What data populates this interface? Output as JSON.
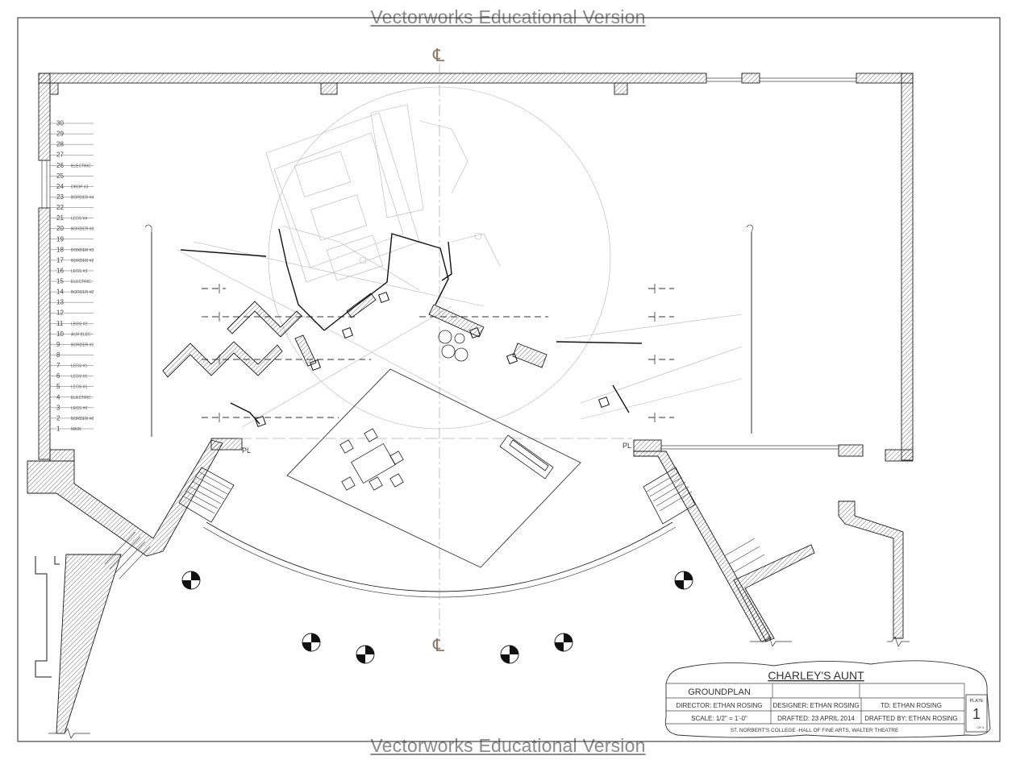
{
  "watermark": {
    "top": "Vectorworks Educational Version",
    "bottom": "Vectorworks Educational Version"
  },
  "centerline_symbol": "℄",
  "plaster_line_symbol": "PL",
  "lineset": [
    {
      "num": "30",
      "label": ""
    },
    {
      "num": "29",
      "label": ""
    },
    {
      "num": "28",
      "label": ""
    },
    {
      "num": "27",
      "label": ""
    },
    {
      "num": "26",
      "label": "ELECTRIC"
    },
    {
      "num": "25",
      "label": ""
    },
    {
      "num": "24",
      "label": "DROP #3"
    },
    {
      "num": "23",
      "label": "BORDER #4"
    },
    {
      "num": "22",
      "label": ""
    },
    {
      "num": "21",
      "label": "LEGS #4"
    },
    {
      "num": "20",
      "label": "BORDER #3"
    },
    {
      "num": "19",
      "label": ""
    },
    {
      "num": "18",
      "label": "BORDER #3"
    },
    {
      "num": "17",
      "label": "BORDER #2"
    },
    {
      "num": "16",
      "label": "LEGS #3"
    },
    {
      "num": "15",
      "label": "ELECTRIC"
    },
    {
      "num": "14",
      "label": "BORDER #2"
    },
    {
      "num": "13",
      "label": ""
    },
    {
      "num": "12",
      "label": ""
    },
    {
      "num": "11",
      "label": "LEGS #2"
    },
    {
      "num": "10",
      "label": "AUX ELEC"
    },
    {
      "num": "9",
      "label": "BORDER #1"
    },
    {
      "num": "8",
      "label": ""
    },
    {
      "num": "7",
      "label": "LEGS #1"
    },
    {
      "num": "6",
      "label": "LEGS #1"
    },
    {
      "num": "5",
      "label": "LEGS #1"
    },
    {
      "num": "4",
      "label": "ELECTRIC"
    },
    {
      "num": "3",
      "label": "LEGS #0"
    },
    {
      "num": "2",
      "label": "BORDER #0"
    },
    {
      "num": "1",
      "label": "MAIN"
    }
  ],
  "title_block": {
    "show_title": "CHARLEY'S AUNT",
    "sheet_name": "GROUNDPLAN",
    "director": "DIRECTOR: ETHAN ROSING",
    "designer": "DESIGNER: ETHAN ROSING",
    "td": "TD: ETHAN ROSING",
    "scale": "SCALE: 1/2\" = 1'-0\"",
    "drafted_date": "DRAFTED: 23 APRIL 2014",
    "drafted_by": "DRAFTED BY: ETHAN ROSING",
    "venue": "ST. NORBERT'S COLLEGE -HALL OF FINE ARTS, WALTER THEATRE",
    "plate_label": "PLATE",
    "plate_number": "1",
    "plate_of": "OF 6"
  },
  "colors": {
    "line": "#1a1a1a",
    "watermark": "#8a8a8a",
    "faint": "#b5b5b5"
  }
}
